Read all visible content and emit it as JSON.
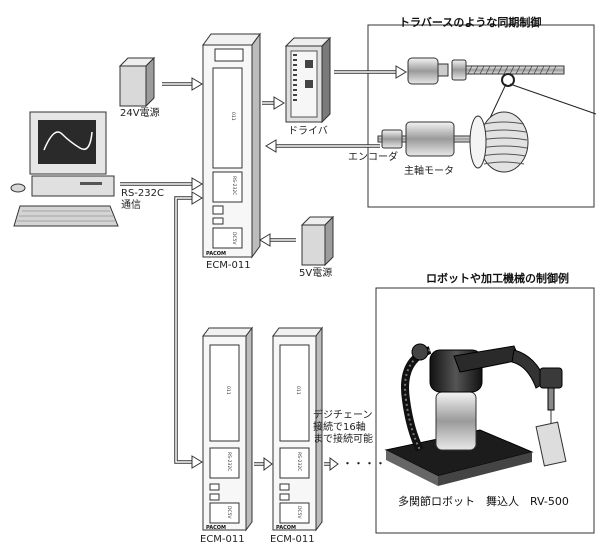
{
  "labels": {
    "power_24v": "24V電源",
    "power_5v": "5V電源",
    "rs232c_line1": "RS-232C",
    "rs232c_line2": "通信",
    "driver": "ドライバ",
    "encoder": "エンコーダ",
    "spindle_motor": "主軸モータ",
    "ecm_main": "ECM-011",
    "ecm_left": "ECM-011",
    "ecm_right": "ECM-011",
    "daisy_chain": [
      "デジチェーン",
      "接続で16軸",
      "まで接続可能"
    ],
    "ellipsis": "・・・・"
  },
  "sections": {
    "traverse_title": "トラバースのような同期制御",
    "robot_title": "ロボットや加工機械の制御例",
    "robot_caption": "多関節ロボット　舞込人　RV-500"
  },
  "module_text": {
    "slot_a": "011",
    "slot_b": "RS-232C",
    "slot_c": "DC5V",
    "brand": "PACOM"
  }
}
